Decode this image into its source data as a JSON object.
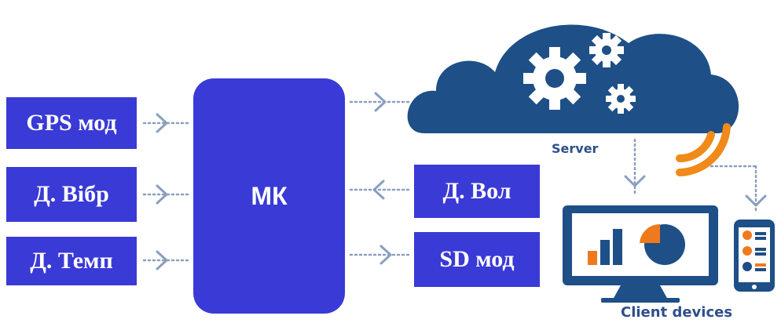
{
  "sensors": {
    "gps": "GPS мод",
    "vibration": "Д. Вібр",
    "temperature": "Д. Темп"
  },
  "controller": "МК",
  "right_modules": {
    "humidity": "Д. Вол",
    "sd_card": "SD мод"
  },
  "cloud": {
    "label": "Server",
    "icon": "gears-icon"
  },
  "clients": {
    "label": "Client devices",
    "icons": [
      "monitor-chart-icon",
      "tablet-icon"
    ]
  },
  "wireless": {
    "icon": "wifi-signal-icon"
  },
  "colors": {
    "box": "#3a3ad6",
    "cloud": "#1e4f86",
    "arrow": "#8a9fc0",
    "wifi": "#f08a1a",
    "label": "#2d4f8a",
    "screen": "#1e4f86",
    "accent_orange": "#ef7a1e"
  }
}
